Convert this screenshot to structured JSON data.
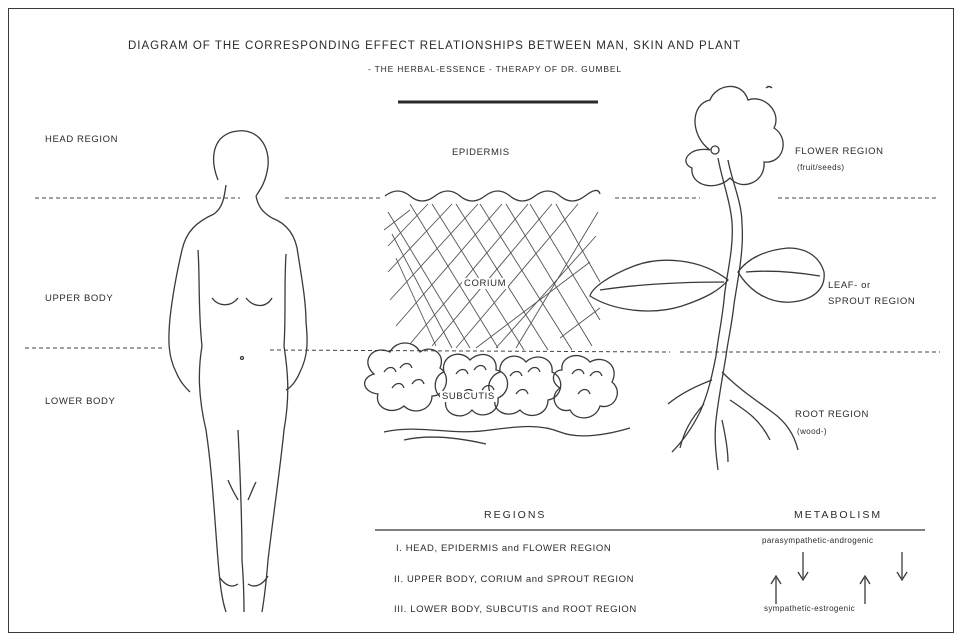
{
  "title": "DIAGRAM   OF THE CORRESPONDING EFFECT RELATIONSHIPS BETWEEN MAN, SKIN AND PLANT",
  "subtitle": "- THE HERBAL-ESSENCE - THERAPY OF DR. GUMBEL",
  "human_regions": {
    "head": "HEAD REGION",
    "upper": "UPPER BODY",
    "lower": "LOWER BODY"
  },
  "skin_layers": {
    "epidermis": "EPIDERMIS",
    "corium": "CORIUM",
    "subcutis": "SUBCUTIS"
  },
  "plant_regions": {
    "flower": "FLOWER REGION",
    "flower_note": "(fruit/seeds)",
    "leaf_1": "LEAF- or",
    "leaf_2": "SPROUT REGION",
    "root": "ROOT REGION",
    "root_note": "(wood-)"
  },
  "table": {
    "regions_header": "REGIONS",
    "metabolism_header": "METABOLISM",
    "rows": [
      "I. HEAD, EPIDERMIS and FLOWER REGION",
      "II. UPPER BODY, CORIUM and SPROUT REGION",
      "III. LOWER BODY, SUBCUTIS and ROOT REGION"
    ],
    "metabolism_top": "parasympathetic-androgenic",
    "metabolism_bottom": "sympathetic-estrogenic"
  }
}
